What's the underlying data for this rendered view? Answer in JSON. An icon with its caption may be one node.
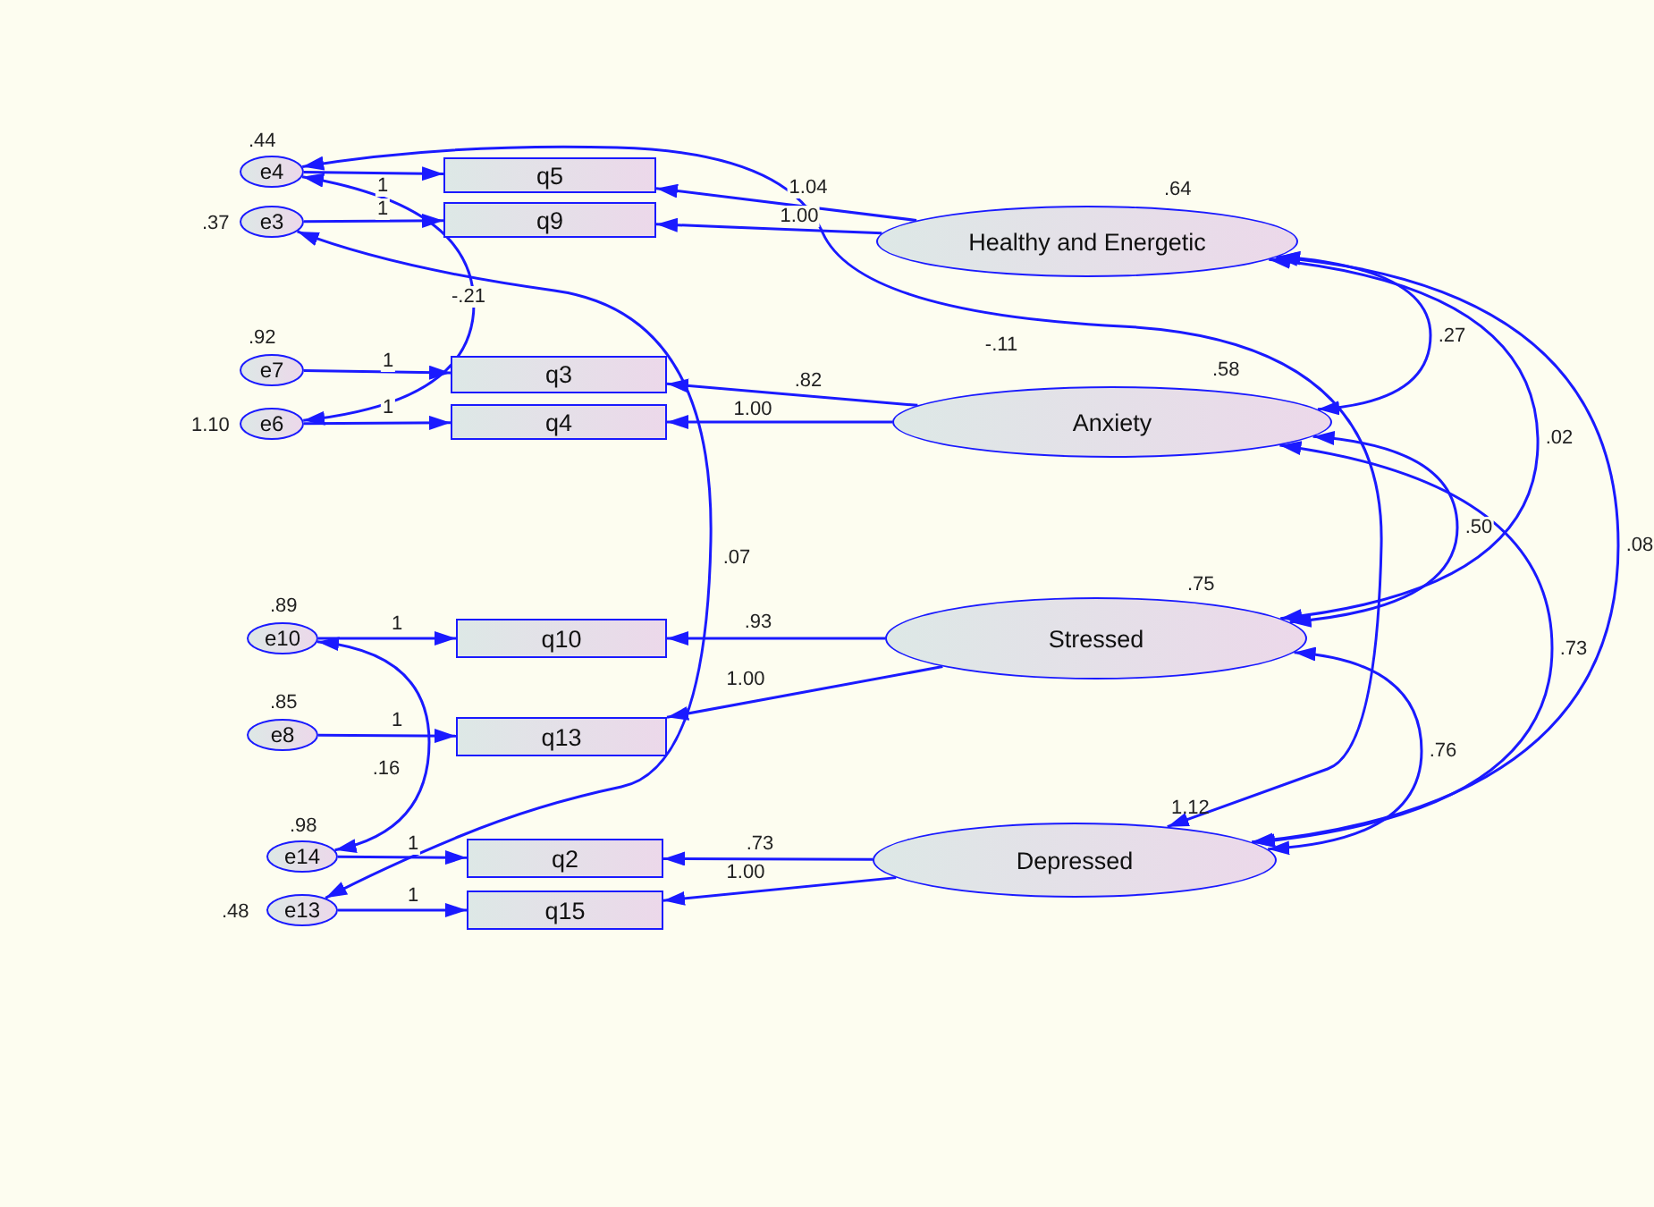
{
  "diagram": {
    "nodes": [
      {
        "text": [
          "e4"
        ],
        "beside": [
          ".44"
        ]
      },
      {
        "text": [
          "q5"
        ]
      },
      {
        "text": [
          "e3"
        ],
        "beside": [
          ".37"
        ]
      },
      {
        "text": [
          "q9"
        ]
      },
      {
        "text": [
          "Healthy and Energetic"
        ],
        "beside": [
          ".64"
        ]
      },
      {
        "text": [
          "e7"
        ],
        "beside": [
          ".92"
        ]
      },
      {
        "text": [
          "q3"
        ]
      },
      {
        "text": [
          "e6"
        ],
        "beside": [
          "1.10"
        ]
      },
      {
        "text": [
          "q4"
        ]
      },
      {
        "text": [
          "Anxiety"
        ],
        "beside": [
          ".58"
        ]
      },
      {
        "text": [
          "e10"
        ],
        "beside": [
          ".89"
        ]
      },
      {
        "text": [
          "q10"
        ]
      },
      {
        "text": [
          "Stressed"
        ],
        "beside": [
          ".75"
        ]
      },
      {
        "text": [
          "e8"
        ],
        "beside": [
          ".85"
        ]
      },
      {
        "text": [
          "q13"
        ]
      },
      {
        "text": [
          "e14"
        ],
        "beside": [
          ".98"
        ]
      },
      {
        "text": [
          "q2"
        ]
      },
      {
        "text": [
          "Depressed"
        ],
        "beside": [
          "1.12"
        ]
      },
      {
        "text": [
          "e13"
        ],
        "beside": [
          ".48"
        ]
      },
      {
        "text": [
          "q15"
        ]
      }
    ],
    "edges": [
      {
        "from": 0,
        "to": 1,
        "arrow": "to",
        "label": "1"
      },
      {
        "from": 2,
        "to": 3,
        "arrow": "to",
        "label": "1"
      },
      {
        "from": 4,
        "to": 1,
        "arrow": "to",
        "label": "1.04"
      },
      {
        "from": 4,
        "to": 3,
        "arrow": "to",
        "label": "1.00"
      },
      {
        "from": 5,
        "to": 6,
        "arrow": "to",
        "label": "1"
      },
      {
        "from": 7,
        "to": 8,
        "arrow": "to",
        "label": "1"
      },
      {
        "from": 9,
        "to": 6,
        "arrow": "to",
        "label": ".82"
      },
      {
        "from": 9,
        "to": 8,
        "arrow": "to",
        "label": "1.00"
      },
      {
        "from": 10,
        "to": 11,
        "arrow": "to",
        "label": "1"
      },
      {
        "from": 12,
        "to": 11,
        "arrow": "to",
        "label": ".93"
      },
      {
        "from": 13,
        "to": 14,
        "arrow": "to",
        "label": "1"
      },
      {
        "from": 12,
        "to": 14,
        "arrow": "to",
        "label": "1.00"
      },
      {
        "from": 15,
        "to": 16,
        "arrow": "to",
        "label": "1"
      },
      {
        "from": 17,
        "to": 16,
        "arrow": "to",
        "label": ".73"
      },
      {
        "from": 18,
        "to": 19,
        "arrow": "to",
        "label": "1"
      },
      {
        "from": 17,
        "to": 19,
        "arrow": "to",
        "label": "1.00"
      },
      {
        "from": 0,
        "to": 7,
        "arrow": "both",
        "label": "-.21"
      },
      {
        "from": 2,
        "to": 18,
        "arrow": "both",
        "label": ".07"
      },
      {
        "from": 0,
        "to": 17,
        "arrow": "both",
        "label": "-.11"
      },
      {
        "from": 10,
        "to": 15,
        "arrow": "both",
        "label": ".16"
      },
      {
        "from": 4,
        "to": 9,
        "arrow": "both",
        "label": ".27"
      },
      {
        "from": 4,
        "to": 12,
        "arrow": "both",
        "label": ".02"
      },
      {
        "from": 4,
        "to": 17,
        "arrow": "both",
        "label": ".08"
      },
      {
        "from": 9,
        "to": 12,
        "arrow": "both",
        "label": ".50"
      },
      {
        "from": 9,
        "to": 17,
        "arrow": "both",
        "label": ".73"
      },
      {
        "from": 12,
        "to": 17,
        "arrow": "both",
        "label": ".76"
      }
    ]
  }
}
